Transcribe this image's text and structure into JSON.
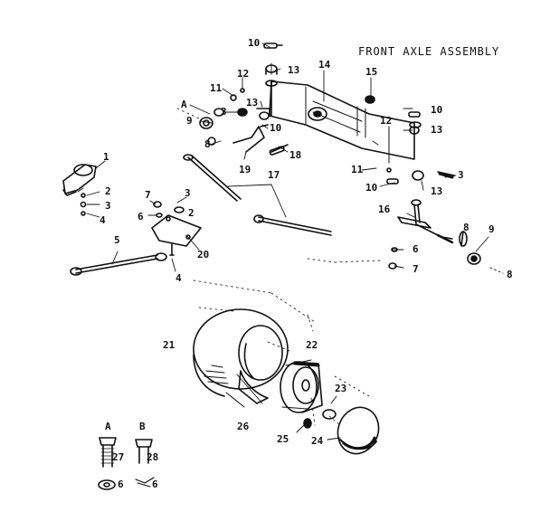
{
  "title": "FRONT AXLE ASSEMBLY",
  "callouts": {
    "p1": "1",
    "p2a": "2",
    "p3a": "3",
    "p4a": "4",
    "p5": "5",
    "p7a": "7",
    "p3b": "3",
    "p6a": "6",
    "p2b": "2",
    "p20": "20",
    "p4b": "4",
    "p10a": "10",
    "p13a": "13",
    "p14": "14",
    "p15": "15",
    "p12a": "12",
    "p11a": "11",
    "pA1": "A",
    "p9a": "9",
    "p3c": "3",
    "p13b": "13",
    "p10b": "10",
    "p8a": "8",
    "p18": "18",
    "p19": "19",
    "p17": "17",
    "p10c": "10",
    "p13c": "13",
    "p12b": "12",
    "p11b": "11",
    "p10d": "10",
    "p13d": "13",
    "p3d": "3",
    "p16": "16",
    "p8b": "8",
    "p9b": "9",
    "p6b": "6",
    "p7b": "7",
    "p8c": "8",
    "p21": "21",
    "p22": "22",
    "p23": "23",
    "p26": "26",
    "p25": "25",
    "p24": "24",
    "pA2": "A",
    "pB": "B",
    "p27": "27",
    "p28": "28",
    "p6c": "6",
    "p6d": "6"
  },
  "colors": {
    "ink": "#111111",
    "paper": "#ffffff"
  }
}
